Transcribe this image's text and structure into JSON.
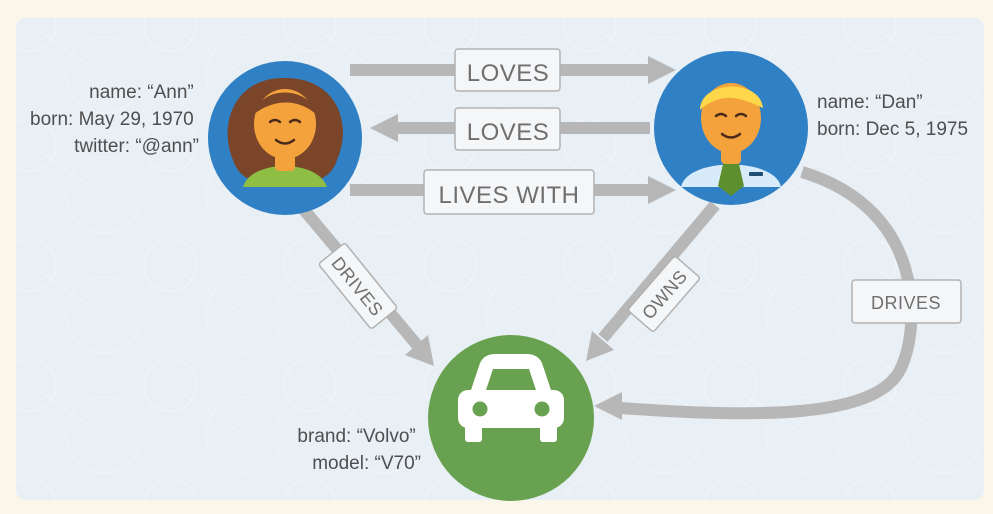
{
  "nodes": {
    "ann": {
      "fill": "#2f80c4",
      "properties": [
        "name: “Ann”",
        "born: May 29, 1970",
        "twitter: “@ann”"
      ]
    },
    "dan": {
      "fill": "#2f80c4",
      "properties": [
        "name: “Dan”",
        "born:  Dec 5, 1975"
      ]
    },
    "car": {
      "fill": "#68a14f",
      "properties": [
        "brand: “Volvo”",
        "model: “V70”"
      ]
    }
  },
  "relationships": {
    "ann_loves_dan": "LOVES",
    "dan_loves_ann": "LOVES",
    "ann_lives_with_dan": "LIVES WITH",
    "ann_drives_car": "DRIVES",
    "dan_owns_car": "OWNS",
    "dan_drives_car": "DRIVES"
  },
  "colors": {
    "background": "#e8eff5",
    "outer_frame": "#fbf6ea",
    "edge": "#b7b7b7",
    "label_border": "#b2b2b2",
    "label_fill": "#f4f6f8",
    "text": "#4f4f4f",
    "skin": "#f4a23c",
    "woman_hair": "#7a4528",
    "woman_top": "#8fbe45",
    "man_hair": "#ffd74a",
    "man_shirt": "#d7ebfb",
    "man_tie": "#5d8f2e",
    "car_icon": "#ffffff"
  },
  "icons": {
    "ann": "woman-avatar-icon",
    "dan": "man-avatar-icon",
    "car": "car-icon"
  }
}
